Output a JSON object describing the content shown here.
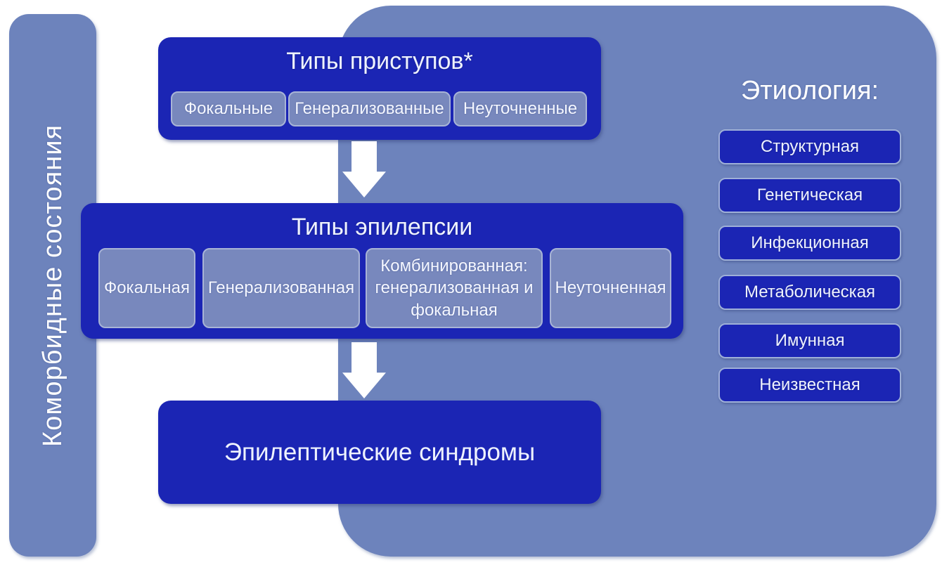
{
  "colors": {
    "background": "#ffffff",
    "panel_blue": "#6d83bc",
    "box_blue": "#1b25b4",
    "chip_blue": "#7888bd",
    "chip_border": "#a8b4d6",
    "text_white": "#ffffff"
  },
  "comorbid_bar": {
    "label": "Коморбидные состояния"
  },
  "seizure_types": {
    "title": "Типы приступов*",
    "items": [
      "Фокальные",
      "Генерализованные",
      "Неуточненные"
    ]
  },
  "epilepsy_types": {
    "title": "Типы эпилепсии",
    "items": [
      "Фокальная",
      "Генерализованная",
      "Комбинированная: генерализованная и фокальная",
      "Неуточненная"
    ]
  },
  "syndromes": {
    "label": "Эпилептические синдромы"
  },
  "etiology": {
    "title": "Этиология:",
    "items": [
      "Структурная",
      "Генетическая",
      "Инфекционная",
      "Метаболическая",
      "Имунная",
      "Неизвестная"
    ]
  }
}
